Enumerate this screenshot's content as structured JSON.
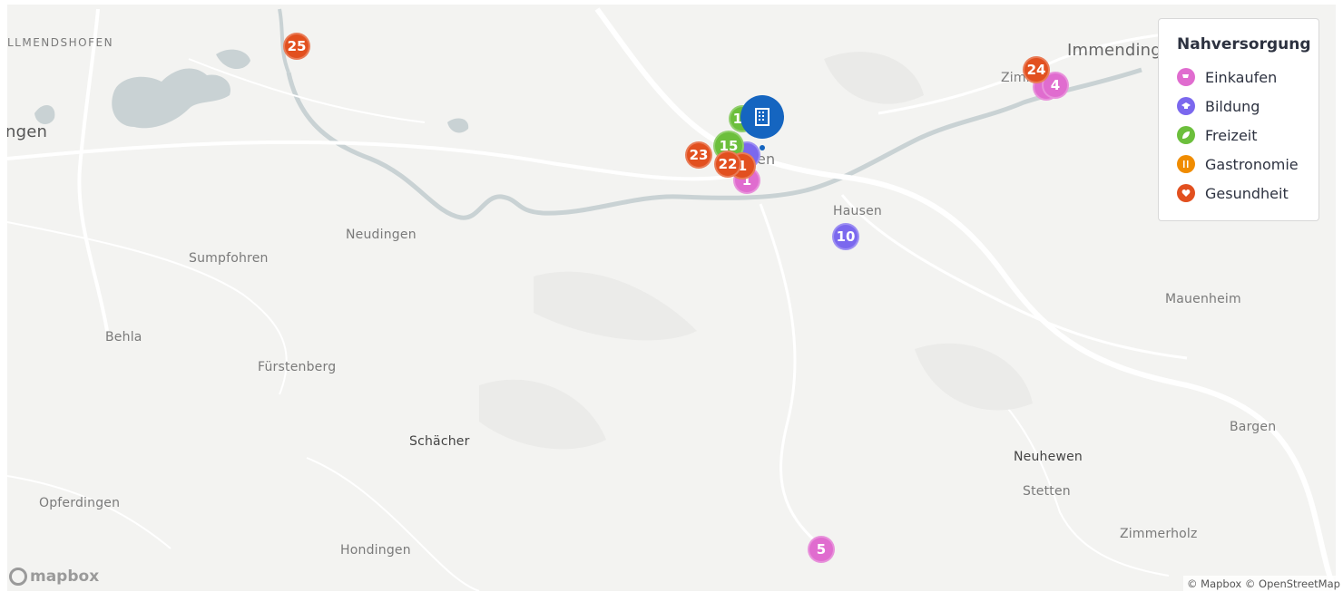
{
  "map": {
    "places": [
      {
        "name": "LLMENDSHOFEN",
        "style": "caps"
      },
      {
        "name": "ngen",
        "style": ""
      },
      {
        "name": "Immending",
        "style": ""
      },
      {
        "name": "Zimmer",
        "style": ""
      },
      {
        "name": "en",
        "style": ""
      },
      {
        "name": "Hausen",
        "style": ""
      },
      {
        "name": "Neudingen",
        "style": ""
      },
      {
        "name": "Sumpfohren",
        "style": ""
      },
      {
        "name": "Mauenheim",
        "style": ""
      },
      {
        "name": "Behla",
        "style": ""
      },
      {
        "name": "Fürstenberg",
        "style": ""
      },
      {
        "name": "Schächer",
        "style": "dark"
      },
      {
        "name": "Bargen",
        "style": ""
      },
      {
        "name": "Neuhewen",
        "style": "dark"
      },
      {
        "name": "Stetten",
        "style": ""
      },
      {
        "name": "Opferdingen",
        "style": ""
      },
      {
        "name": "Zimmerholz",
        "style": ""
      },
      {
        "name": "Hondingen",
        "style": ""
      }
    ],
    "markers": [
      {
        "label": "25",
        "category": "Gesundheit"
      },
      {
        "label": "24",
        "category": "Gesundheit"
      },
      {
        "label": "4",
        "category": "Einkaufen"
      },
      {
        "label": "",
        "category": "Einkaufen"
      },
      {
        "label": "11",
        "category": "Freizeit"
      },
      {
        "label": "15",
        "category": "Freizeit"
      },
      {
        "label": "",
        "category": "Bildung"
      },
      {
        "label": "23",
        "category": "Gesundheit"
      },
      {
        "label": "22",
        "category": "Gesundheit"
      },
      {
        "label": "1",
        "category": "Gesundheit"
      },
      {
        "label": "1",
        "category": "Einkaufen"
      },
      {
        "label": "10",
        "category": "Bildung"
      },
      {
        "label": "5",
        "category": "Einkaufen"
      }
    ],
    "property_pin_icon": "building-icon"
  },
  "legend": {
    "title": "Nahversorgung",
    "items": [
      {
        "label": "Einkaufen",
        "color": "#e06ccf",
        "icon": "cart-icon"
      },
      {
        "label": "Bildung",
        "color": "#7b68ee",
        "icon": "graduation-cap-icon"
      },
      {
        "label": "Freizeit",
        "color": "#6cbf3c",
        "icon": "leaf-icon"
      },
      {
        "label": "Gastronomie",
        "color": "#f08c00",
        "icon": "cutlery-icon"
      },
      {
        "label": "Gesundheit",
        "color": "#e2501f",
        "icon": "heart-icon"
      }
    ]
  },
  "logo": {
    "text": "mapbox"
  },
  "attribution": {
    "text": "© Mapbox © OpenStreetMap"
  }
}
